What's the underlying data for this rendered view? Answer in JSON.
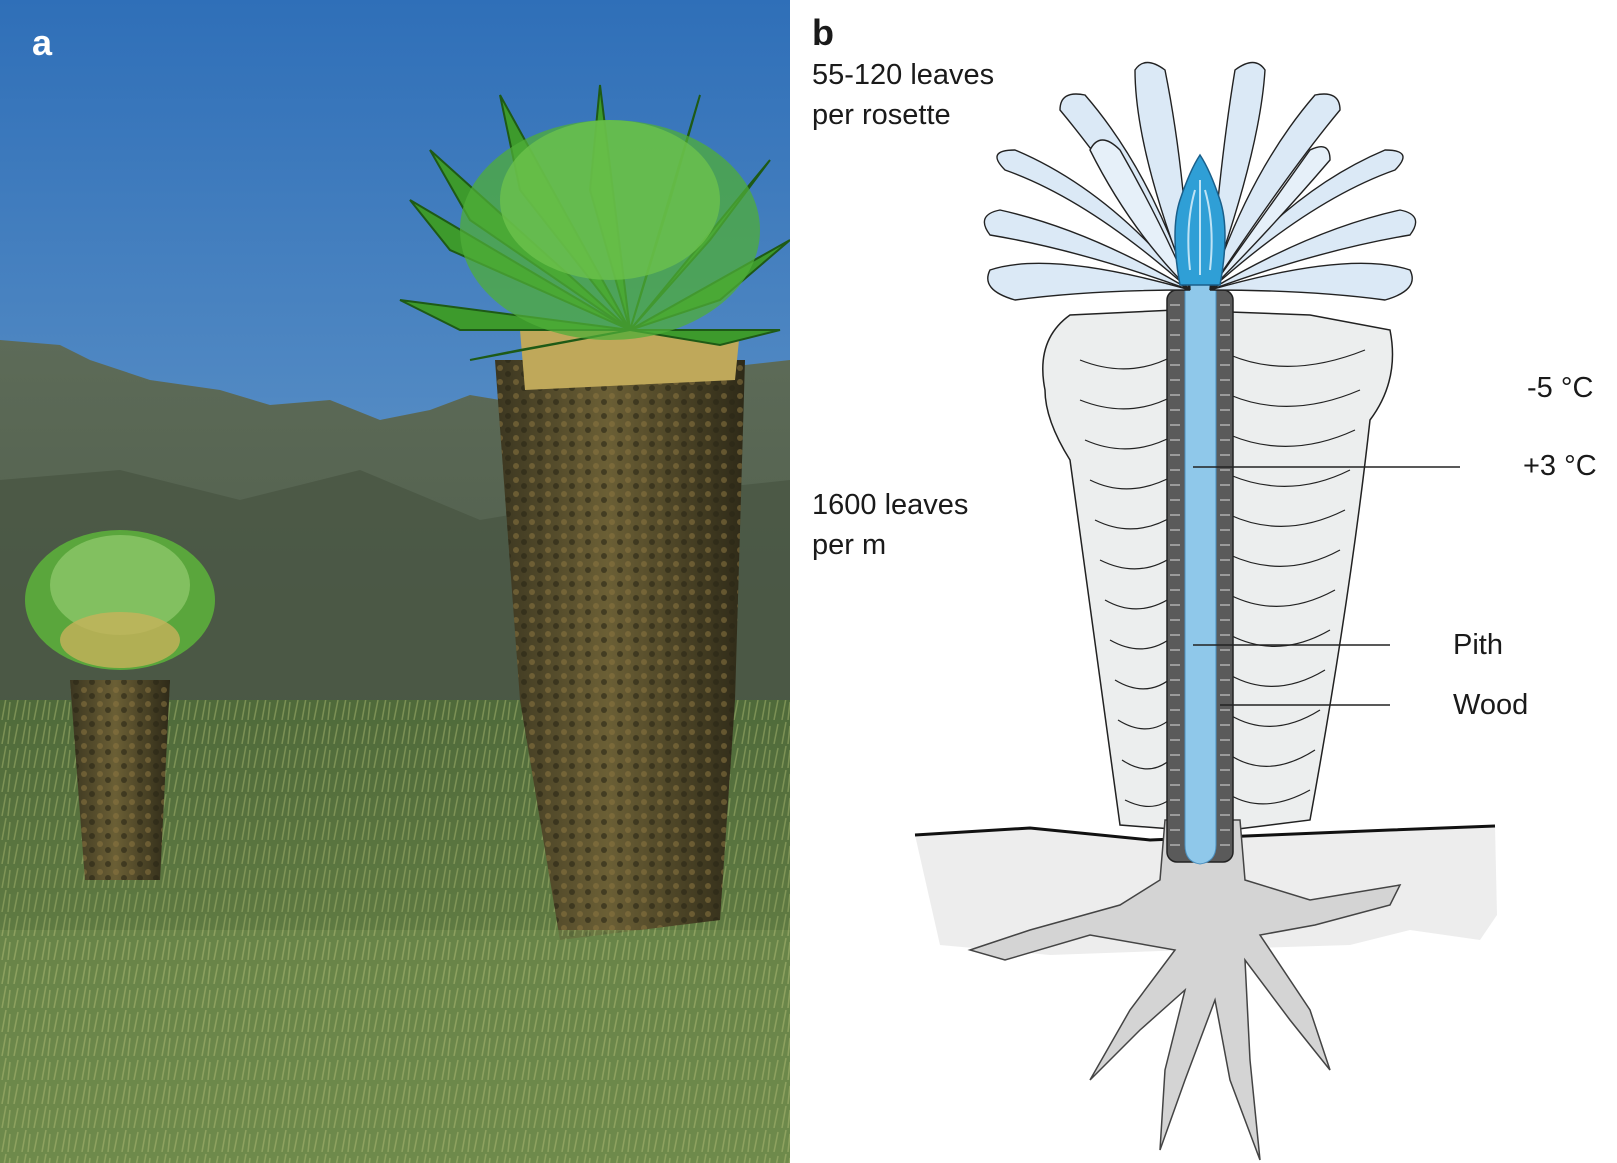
{
  "panel_a": {
    "letter": "a"
  },
  "panel_b": {
    "letter": "b",
    "rosette_leaves_line1": "55-120 leaves",
    "rosette_leaves_line2": "per rosette",
    "stem_leaves_line1": "1600 leaves",
    "stem_leaves_line2": "per m",
    "temp_outer": "-5 °C",
    "temp_inner": "+3 °C",
    "pith_label": "Pith",
    "wood_label": "Wood"
  },
  "colors": {
    "sky": "#3f7fc0",
    "rosette_green": "#3f9a2e",
    "trunk_brown": "#5a5230",
    "hill_green": "#4d5e47",
    "young_leaves": "#dbe9f6",
    "dead_leaves": "#eceeee",
    "pith_blue": "#8fc8ea",
    "bud_blue": "#2f9fd6",
    "wood_grey": "#5a5a5a",
    "soil_grey": "#ededed",
    "root_grey": "#d4d4d4"
  }
}
